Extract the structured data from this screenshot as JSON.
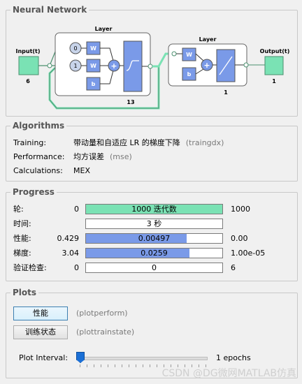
{
  "sections": {
    "neural_network": "Neural Network",
    "algorithms": "Algorithms",
    "progress": "Progress",
    "plots": "Plots"
  },
  "network": {
    "input_label": "Input(t)",
    "input_size": "6",
    "layer1_label": "Layer",
    "layer1_size": "13",
    "layer2_label": "Layer",
    "layer2_size": "1",
    "output_label": "Output(t)",
    "output_size": "1",
    "delay_0": "0",
    "delay_1": "1",
    "weight": "W",
    "bias": "b",
    "plus": "+"
  },
  "algorithms": [
    {
      "key": "Training:",
      "value": "带动量和自适应 LR 的梯度下降",
      "paren": "(traingdx)"
    },
    {
      "key": "Performance:",
      "value": "均方误差",
      "paren": "(mse)"
    },
    {
      "key": "Calculations:",
      "value": "MEX",
      "paren": ""
    }
  ],
  "progress": [
    {
      "label": "轮:",
      "start": "0",
      "bar_text": "1000 迭代数",
      "end": "1000",
      "fill": 1.0,
      "color": "#7ae2b4"
    },
    {
      "label": "时间:",
      "start": "",
      "bar_text": "3 秒",
      "end": "",
      "fill": 0.0,
      "color": "#7a9ae8"
    },
    {
      "label": "性能:",
      "start": "0.429",
      "bar_text": "0.00497",
      "end": "0.00",
      "fill": 0.74,
      "color": "#7a9ae8"
    },
    {
      "label": "梯度:",
      "start": "3.04",
      "bar_text": "0.0259",
      "end": "1.00e-05",
      "fill": 0.76,
      "color": "#7a9ae8"
    },
    {
      "label": "验证检查:",
      "start": "0",
      "bar_text": "0",
      "end": "6",
      "fill": 0.0,
      "color": "#7a9ae8"
    }
  ],
  "plots": {
    "perform_label": "性能",
    "perform_paren": "(plotperform)",
    "trainstate_label": "训练状态",
    "trainstate_paren": "(plottrainstate)",
    "interval_label": "Plot Interval:",
    "interval_value": "1 epochs"
  },
  "watermark": "CSDN @DG微网MATLAB仿真",
  "colors": {
    "accent_green": "#7ae2b4",
    "accent_blue": "#7a9ae8",
    "slider_blue": "#1a6fd6"
  }
}
